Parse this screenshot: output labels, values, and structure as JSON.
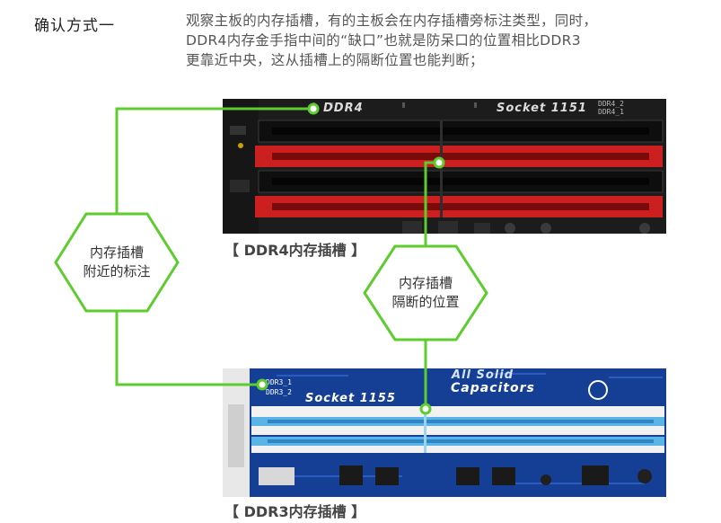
{
  "heading": "确认方式一",
  "paragraph": {
    "line1": "观察主板的内存插槽，有的主板会在内存插槽旁标注类型，同时，",
    "line2": "DDR4内存金手指中间的“缺口”也就是防呆口的位置相比DDR3",
    "line3": "更靠近中央，这从插槽上的隔断位置也能判断；"
  },
  "ddr4_board": {
    "silk_ddr": "DDR4",
    "silk_socket": "Socket 1151",
    "slot_labels": [
      "DDR4_2",
      "DDR4_1"
    ],
    "caption": "【 DDR4内存插槽 】"
  },
  "ddr3_board": {
    "silk_top": "All Solid",
    "silk_caps": "Capacitors",
    "silk_socket": "Socket 1155",
    "slot_labels": [
      "DDR3_1",
      "DDR3_2"
    ],
    "caption": "【 DDR3内存插槽 】"
  },
  "callouts": {
    "left": {
      "line1": "内存插槽",
      "line2": "附近的标注"
    },
    "right": {
      "line1": "内存插槽",
      "line2": "隔断的位置"
    }
  },
  "colors": {
    "accent_green": "#5ccc2e",
    "ddr4_slot_red": "#d42020",
    "ddr4_slot_black": "#111111",
    "ddr3_slot_blue": "#5ab4e6",
    "ddr3_pcb": "#123a8a"
  }
}
